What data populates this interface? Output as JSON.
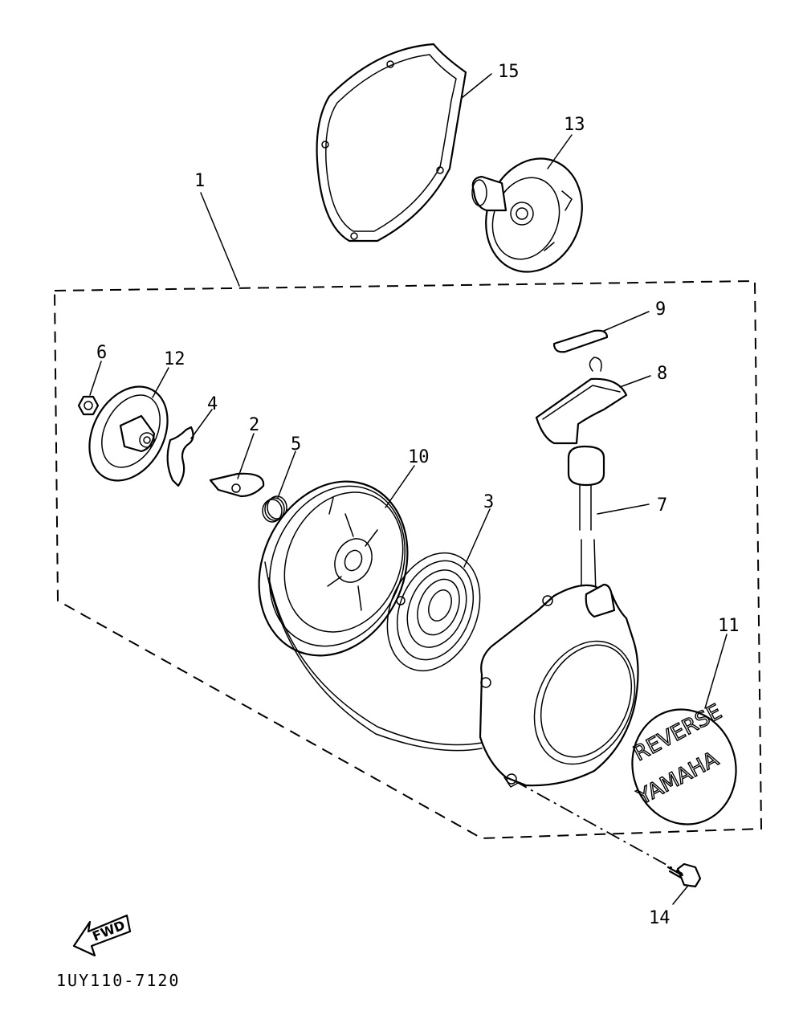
{
  "diagram": {
    "drawing_code": "1UY110-7120",
    "fwd_label": "FWD",
    "emblem": {
      "brand": "YAMAHA",
      "word": "REVERSE"
    },
    "callouts": [
      {
        "id": "callout-1",
        "text": "1"
      },
      {
        "id": "callout-2",
        "text": "2"
      },
      {
        "id": "callout-3",
        "text": "3"
      },
      {
        "id": "callout-4",
        "text": "4"
      },
      {
        "id": "callout-5",
        "text": "5"
      },
      {
        "id": "callout-6",
        "text": "6"
      },
      {
        "id": "callout-7",
        "text": "7"
      },
      {
        "id": "callout-8",
        "text": "8"
      },
      {
        "id": "callout-9",
        "text": "9"
      },
      {
        "id": "callout-10",
        "text": "10"
      },
      {
        "id": "callout-11",
        "text": "11"
      },
      {
        "id": "callout-12",
        "text": "12"
      },
      {
        "id": "callout-13",
        "text": "13"
      },
      {
        "id": "callout-14",
        "text": "14"
      },
      {
        "id": "callout-15",
        "text": "15"
      }
    ]
  }
}
